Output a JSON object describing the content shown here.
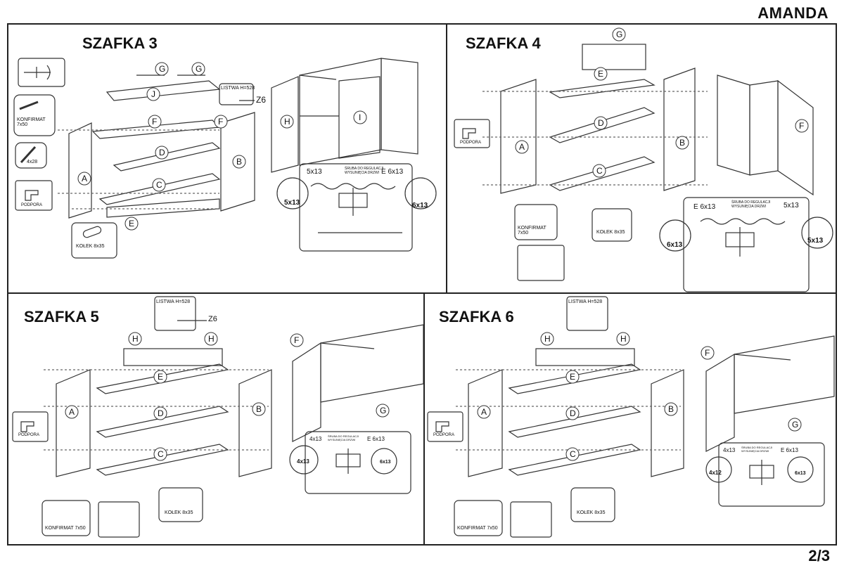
{
  "document": {
    "title": "AMANDA",
    "page": "2/3"
  },
  "panels": [
    {
      "title": "SZAFKA 3",
      "part_labels": [
        "G",
        "G",
        "J",
        "F",
        "F",
        "D",
        "C",
        "A",
        "B",
        "E",
        "H",
        "I"
      ],
      "callouts": {
        "listwa": "LISTWA H=528",
        "z6": "Z6",
        "konfirmat": "KONFIRMAT 7x50",
        "screw_small": "4x28",
        "podpora": "PODPORA",
        "kolek": "KOŁEK 8x35",
        "hinge_note": "ŚRUBA DO REGULACJI WYSUNIĘCIA DRZWI",
        "hinge_left": "5x13",
        "hinge_e": "E 6x13",
        "screw_left": "5x13",
        "screw_right": "6x13"
      }
    },
    {
      "title": "SZAFKA 4",
      "part_labels": [
        "G",
        "E",
        "D",
        "C",
        "A",
        "B",
        "F"
      ],
      "callouts": {
        "podpora": "PODPORA",
        "konfirmat": "KONFIRMAT 7x50",
        "kolek": "KOŁEK 8x35",
        "hinge_note": "ŚRUBA DO REGULACJI WYSUNIĘCIA DRZWI",
        "hinge_e": "E 6x13",
        "hinge_right": "5x13",
        "screw_left": "6x13",
        "screw_right": "5x13"
      }
    },
    {
      "title": "SZAFKA 5",
      "part_labels": [
        "H",
        "H",
        "E",
        "D",
        "C",
        "A",
        "B",
        "F",
        "G"
      ],
      "callouts": {
        "listwa": "LISTWA H=528",
        "z6": "Z6",
        "podpora": "PODPORA",
        "konfirmat": "KONFIRMAT 7x50",
        "kolek": "KOŁEK 8x35",
        "hinge_note": "ŚRUBA DO REGULACJI WYSUNIĘCIA DRZWI",
        "hinge_left": "4x13",
        "hinge_e": "E 6x13",
        "screw_left": "4x13",
        "screw_right": "6x13"
      }
    },
    {
      "title": "SZAFKA 6",
      "part_labels": [
        "H",
        "H",
        "E",
        "D",
        "C",
        "A",
        "B",
        "F",
        "G"
      ],
      "callouts": {
        "listwa": "LISTWA H=528",
        "podpora": "PODPORA",
        "konfirmat": "KONFIRMAT 7x50",
        "kolek": "KOŁEK 8x35",
        "hinge_note": "ŚRUBA DO REGULACJI WYSUNIĘCIA DRZWI",
        "hinge_left": "4x13",
        "hinge_e": "E 6x13",
        "screw_left": "4x12",
        "screw_right": "6x13"
      }
    }
  ]
}
